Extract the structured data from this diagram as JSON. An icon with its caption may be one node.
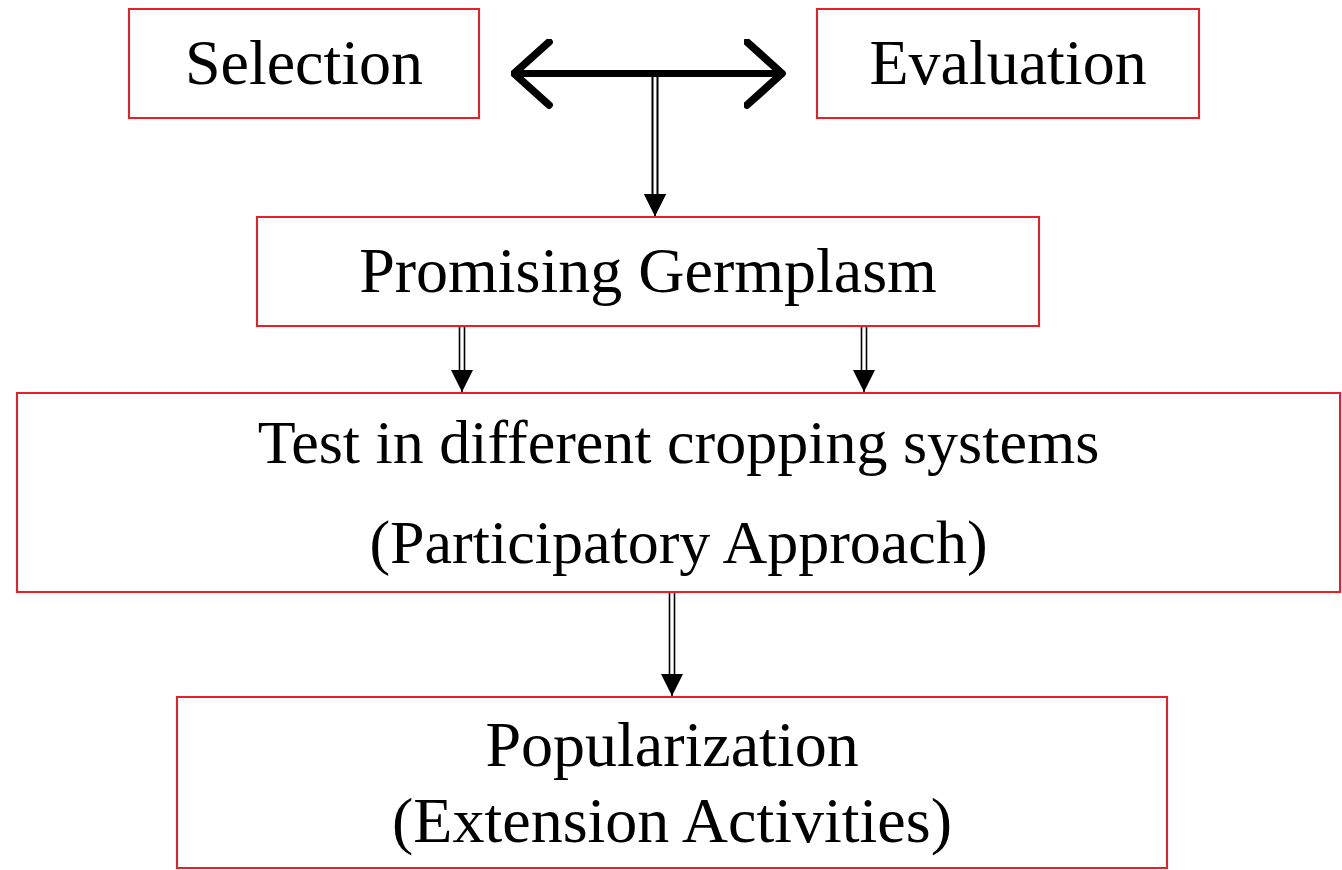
{
  "diagram": {
    "nodes": [
      {
        "text": [
          "Selection"
        ]
      },
      {
        "text": [
          "Evaluation"
        ]
      },
      {
        "text": [
          "Promising Germplasm"
        ]
      },
      {
        "text": [
          "Test in different cropping systems",
          "(Participatory Approach)"
        ]
      },
      {
        "text": [
          "Popularization",
          "(Extension Activities)"
        ]
      }
    ],
    "edges": [
      {
        "from": 0,
        "to": 1,
        "arrow": "both",
        "style": "thick"
      },
      {
        "from": 0,
        "to": 2,
        "arrow": "to"
      },
      {
        "from": 1,
        "to": 2,
        "arrow": "to"
      },
      {
        "from": 2,
        "to": 3,
        "arrow": "to"
      },
      {
        "from": 2,
        "to": 3,
        "arrow": "to"
      },
      {
        "from": 3,
        "to": 4,
        "arrow": "to"
      }
    ]
  }
}
